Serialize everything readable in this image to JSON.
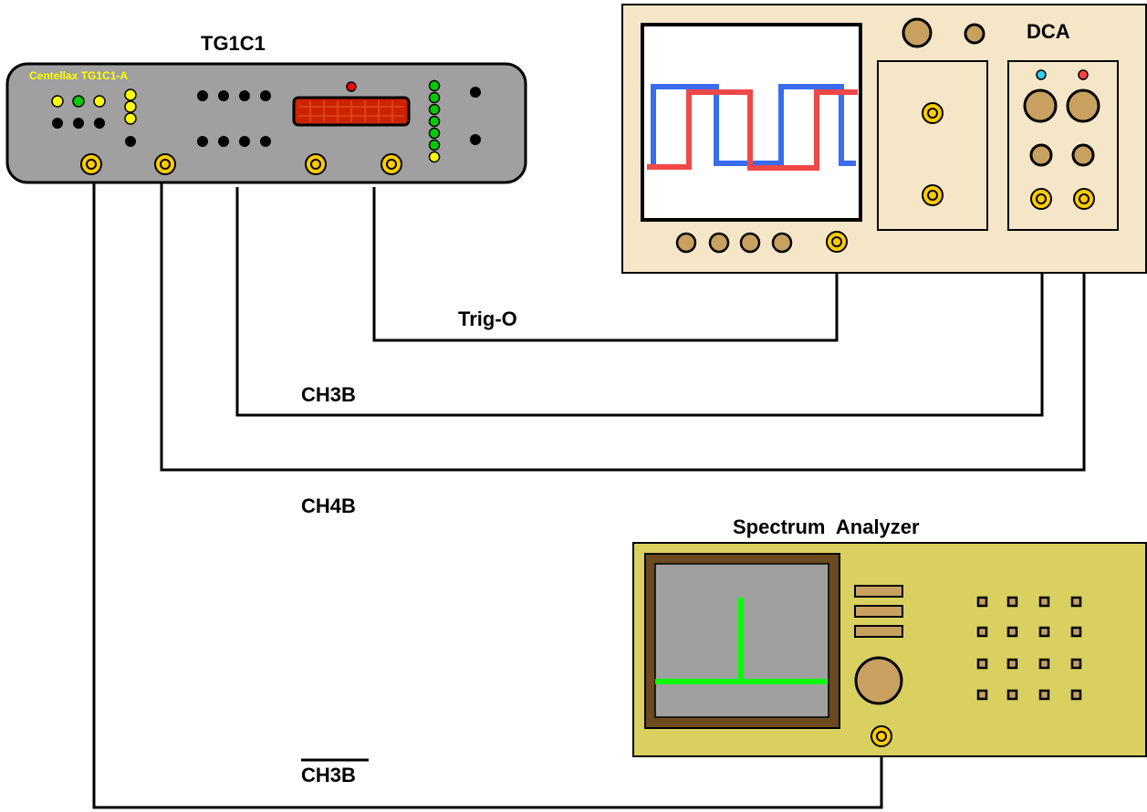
{
  "devices": {
    "tg": {
      "title": "TG1C1",
      "brand": "Centellax TG1C1-A"
    },
    "dca": {
      "title": "DCA"
    },
    "spectrum": {
      "title": "Spectrum  Analyzer"
    }
  },
  "connections": {
    "trig": "Trig-O",
    "ch3b": "CH3B",
    "ch4b": "CH4B",
    "ch3b_bar": "CH3B"
  },
  "colors": {
    "tg_body": "#a0a0a0",
    "dca_body": "#f5e6c8",
    "sa_body": "#d9d060",
    "connector_gold": "#ffcc00",
    "knob_tan": "#c8a060",
    "trace_blue": "#3a6cf0",
    "trace_red": "#f04848",
    "trace_green": "#00ff00",
    "led_yellow": "#ffff00",
    "led_green": "#00cc00",
    "led_red": "#ff0000",
    "led_cyan": "#33ccee",
    "display_red": "#cc2200"
  }
}
